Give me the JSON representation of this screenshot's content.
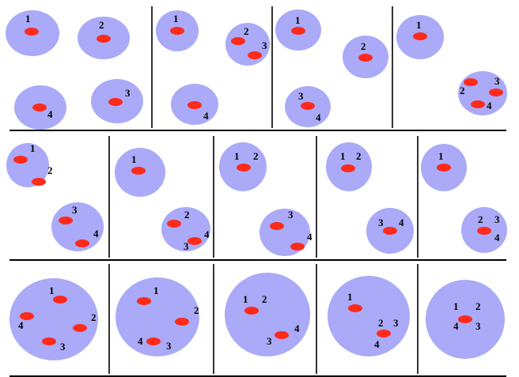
{
  "fill_colors": {
    "cluster": "#aaaaf8",
    "point": "#ff2a1a",
    "lines": "#000000"
  },
  "labels": [
    "1",
    "2",
    "3",
    "4"
  ],
  "rows": [
    {
      "panels": [
        {
          "clusters": [
            [
              "1"
            ],
            [
              "2"
            ],
            [
              "4"
            ],
            [
              "3"
            ]
          ]
        },
        {
          "clusters": [
            [
              "1"
            ],
            [
              "2",
              "3"
            ],
            [
              "4"
            ]
          ]
        },
        {
          "clusters": [
            [
              "1"
            ],
            [
              "2"
            ],
            [
              "3",
              "4"
            ]
          ]
        },
        {
          "clusters": [
            [
              "1"
            ],
            [
              "2",
              "3",
              "4"
            ]
          ]
        }
      ]
    },
    {
      "panels": [
        {
          "clusters": [
            [
              "1",
              "2"
            ],
            [
              "3",
              "4"
            ]
          ]
        },
        {
          "clusters": [
            [
              "1"
            ],
            [
              "2",
              "3",
              "4"
            ]
          ]
        },
        {
          "clusters": [
            [
              "1",
              "2"
            ],
            [
              "3",
              "4"
            ]
          ]
        },
        {
          "clusters": [
            [
              "1",
              "2"
            ],
            [
              "3",
              "4"
            ]
          ]
        },
        {
          "clusters": [
            [
              "1"
            ],
            [
              "2",
              "3",
              "4"
            ]
          ]
        }
      ]
    },
    {
      "panels": [
        {
          "clusters": [
            [
              "1",
              "2",
              "3",
              "4"
            ]
          ]
        },
        {
          "clusters": [
            [
              "1",
              "2",
              "3",
              "4"
            ]
          ]
        },
        {
          "clusters": [
            [
              "1",
              "2",
              "3",
              "4"
            ]
          ]
        },
        {
          "clusters": [
            [
              "1",
              "2",
              "3",
              "4"
            ]
          ]
        },
        {
          "clusters": [
            [
              "1",
              "2",
              "3",
              "4"
            ]
          ]
        }
      ]
    }
  ]
}
